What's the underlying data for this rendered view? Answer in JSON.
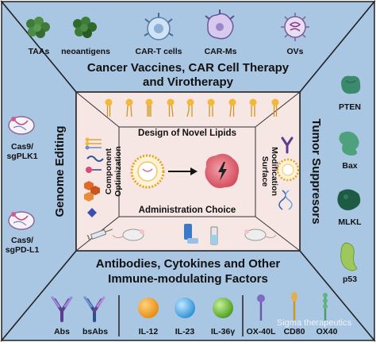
{
  "top_section": {
    "title_line1": "Cancer Vaccines, CAR Cell Therapy",
    "title_line2": "and Virotherapy",
    "items": [
      {
        "label": "TAAs",
        "icon": "taa-cluster-icon"
      },
      {
        "label": "neoantigens",
        "icon": "neoantigen-cluster-icon"
      },
      {
        "label": "CAR-T cells",
        "icon": "car-t-cell-icon"
      },
      {
        "label": "CAR-Ms",
        "icon": "car-macrophage-icon"
      },
      {
        "label": "OVs",
        "icon": "oncolytic-virus-icon"
      }
    ]
  },
  "left_section": {
    "title": "Genome Editing",
    "items": [
      {
        "label_line1": "Cas9/",
        "label_line2": "sgPLK1",
        "icon": "cas9-plasmid-icon"
      },
      {
        "label_line1": "Cas9/",
        "label_line2": "sgPD-L1",
        "icon": "cas9-plasmid-icon"
      }
    ]
  },
  "right_section": {
    "title": "Tumor Suppresors",
    "items": [
      {
        "label": "PTEN",
        "icon": "pten-protein-icon"
      },
      {
        "label": "Bax",
        "icon": "bax-protein-icon"
      },
      {
        "label": "MLKL",
        "icon": "mlkl-protein-icon"
      },
      {
        "label": "p53",
        "icon": "p53-protein-icon"
      }
    ]
  },
  "bottom_section": {
    "title_line1": "Antibodies, Cytokines and Other",
    "title_line2": "Immune-modulating Factors",
    "items": [
      {
        "label": "Abs",
        "icon": "antibody-icon"
      },
      {
        "label": "bsAbs",
        "icon": "bispecific-antibody-icon"
      },
      {
        "label": "IL-12",
        "icon": "il12-sphere-icon"
      },
      {
        "label": "IL-23",
        "icon": "il23-sphere-icon"
      },
      {
        "label": "IL-36γ",
        "icon": "il36-sphere-icon"
      },
      {
        "label": "OX-40L",
        "icon": "ox40l-receptor-icon"
      },
      {
        "label": "CD80",
        "icon": "cd80-receptor-icon"
      },
      {
        "label": "OX40",
        "icon": "ox40-receptor-icon"
      }
    ]
  },
  "center": {
    "top_label": "Design of Novel Lipids",
    "bottom_label": "Administration Choice",
    "left_label_line1": "Component",
    "left_label_line2": "Optimization",
    "right_label_line1": "Surface",
    "right_label_line2": "Modification"
  },
  "watermark": "Sigma therapeutics",
  "colors": {
    "outer_bg": "#a9c6e3",
    "inner_bg": "#f6e6e4",
    "border": "#222222",
    "ink": "#111111"
  }
}
